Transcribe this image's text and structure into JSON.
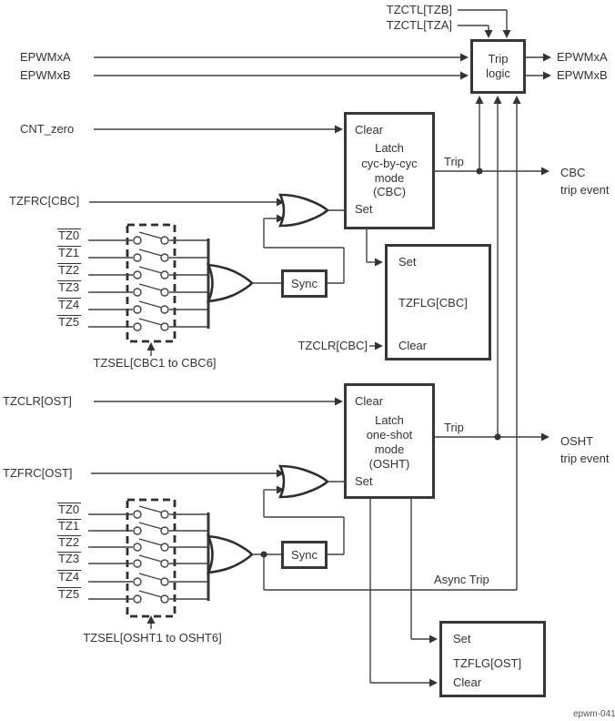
{
  "figure": {
    "id": "epwm-041"
  },
  "trip_logic": {
    "line1": "Trip",
    "line2": "logic"
  },
  "inputs": {
    "tzctl_tzb": "TZCTL[TZB]",
    "tzctl_tza": "TZCTL[TZA]",
    "epwmxa": "EPWMxA",
    "epwmxb": "EPWMxB",
    "cnt_zero": "CNT_zero",
    "tzfrc_cbc": "TZFRC[CBC]",
    "tzclr_cbc": "TZCLR[CBC]",
    "tzclr_ost": "TZCLR[OST]",
    "tzfrc_ost": "TZFRC[OST]"
  },
  "outputs": {
    "epwmxa": "EPWMxA",
    "epwmxb": "EPWMxB",
    "cbc_line1": "CBC",
    "cbc_line2": "trip event",
    "osht_line1": "OSHT",
    "osht_line2": "trip event"
  },
  "cbc_latch": {
    "clear": "Clear",
    "l1": "Latch",
    "l2": "cyc-by-cyc",
    "l3": "mode",
    "l4": "(CBC)",
    "set": "Set",
    "trip": "Trip"
  },
  "osht_latch": {
    "clear": "Clear",
    "l1": "Latch",
    "l2": "one-shot",
    "l3": "mode",
    "l4": "(OSHT)",
    "set": "Set",
    "trip": "Trip"
  },
  "cbc_flag": {
    "set": "Set",
    "name": "TZFLG[CBC]",
    "clear": "Clear"
  },
  "ost_flag": {
    "set": "Set",
    "name": "TZFLG[OST]",
    "clear": "Clear"
  },
  "sync": {
    "upper": "Sync",
    "lower": "Sync"
  },
  "async_trip": "Async Trip",
  "tz_upper": [
    "TZ0",
    "TZ1",
    "TZ2",
    "TZ3",
    "TZ4",
    "TZ5"
  ],
  "tz_lower": [
    "TZ0",
    "TZ1",
    "TZ2",
    "TZ3",
    "TZ4",
    "TZ5"
  ],
  "tzsel_cbc": "TZSEL[CBC1 to CBC6]",
  "tzsel_osht": "TZSEL[OSHT1 to OSHT6]"
}
